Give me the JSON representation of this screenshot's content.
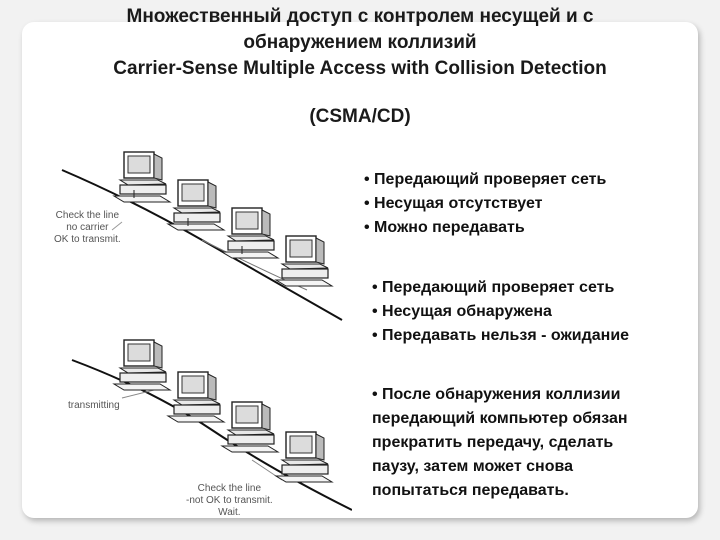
{
  "title": {
    "line1": "Множественный доступ с контролем несущей и с",
    "line2": "обнаружением коллизий",
    "line3": "Carrier-Sense Multiple Access with Collision Detection"
  },
  "subtitle": "(CSMA/CD)",
  "diagram_top": {
    "label": [
      "Check the line",
      "no carrier",
      "OK to transmit."
    ]
  },
  "diagram_bottom": {
    "label_left": "transmitting",
    "label_right": [
      "Check the line",
      "-not OK to transmit.",
      "Wait."
    ]
  },
  "block1": [
    "• Передающий проверяет сеть",
    "• Несущая отсутствует",
    "• Можно передавать"
  ],
  "block2": [
    "• Передающий проверяет сеть",
    "• Несущая обнаружена",
    "• Передавать нельзя - ожидание"
  ],
  "block3": [
    "• После обнаружения коллизии",
    "передающий компьютер обязан",
    "прекратить передачу, сделать",
    "паузу, затем может снова",
    "попытаться передавать."
  ]
}
